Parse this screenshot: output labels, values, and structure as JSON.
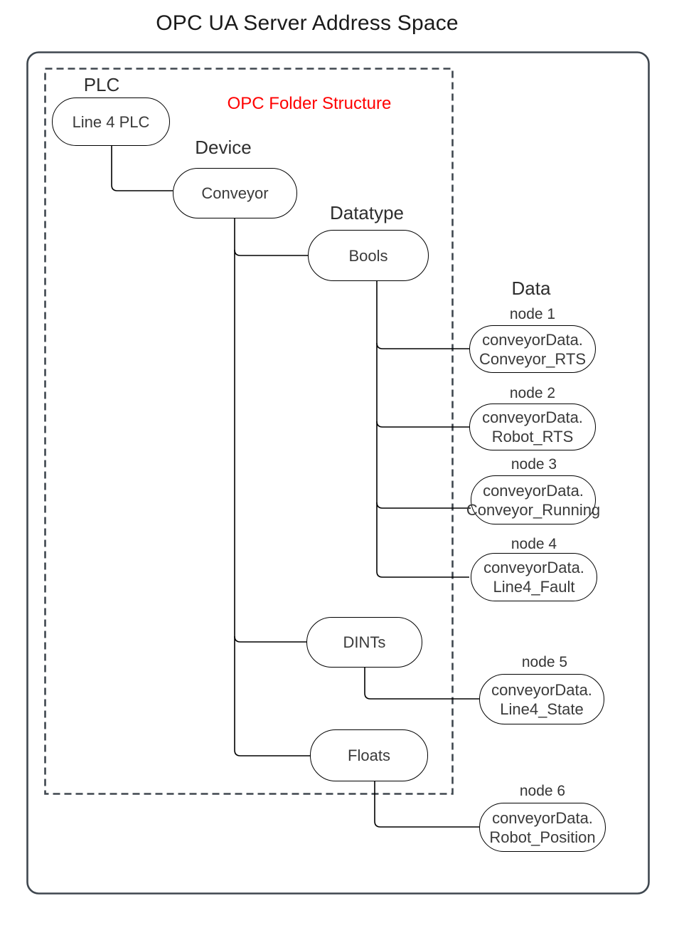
{
  "title": "OPC UA Server Address Space",
  "annotation": {
    "label": "OPC Folder Structure",
    "color": "#ff0000"
  },
  "levels": {
    "plc": "PLC",
    "device": "Device",
    "datatype": "Datatype",
    "data": "Data"
  },
  "folders": {
    "plc": "Line 4 PLC",
    "device": "Conveyor",
    "bools": "Bools",
    "dints": "DINTs",
    "floats": "Floats"
  },
  "nodes": [
    {
      "label": "node 1",
      "line1": "conveyorData.",
      "line2": "Conveyor_RTS"
    },
    {
      "label": "node 2",
      "line1": "conveyorData.",
      "line2": "Robot_RTS"
    },
    {
      "label": "node 3",
      "line1": "conveyorData.",
      "line2": "Conveyor_Running"
    },
    {
      "label": "node 4",
      "line1": "conveyorData.",
      "line2": "Line4_Fault"
    },
    {
      "label": "node 5",
      "line1": "conveyorData.",
      "line2": "Line4_State"
    },
    {
      "label": "node 6",
      "line1": "conveyorData.",
      "line2": "Robot_Position"
    }
  ],
  "colors": {
    "connector_line": "#000000",
    "pill_border": "#000000",
    "outer_frame": "#3f474f",
    "dashed_frame": "#3f474f",
    "annotation_red": "#ff0000",
    "text": "#3a3a3a"
  }
}
